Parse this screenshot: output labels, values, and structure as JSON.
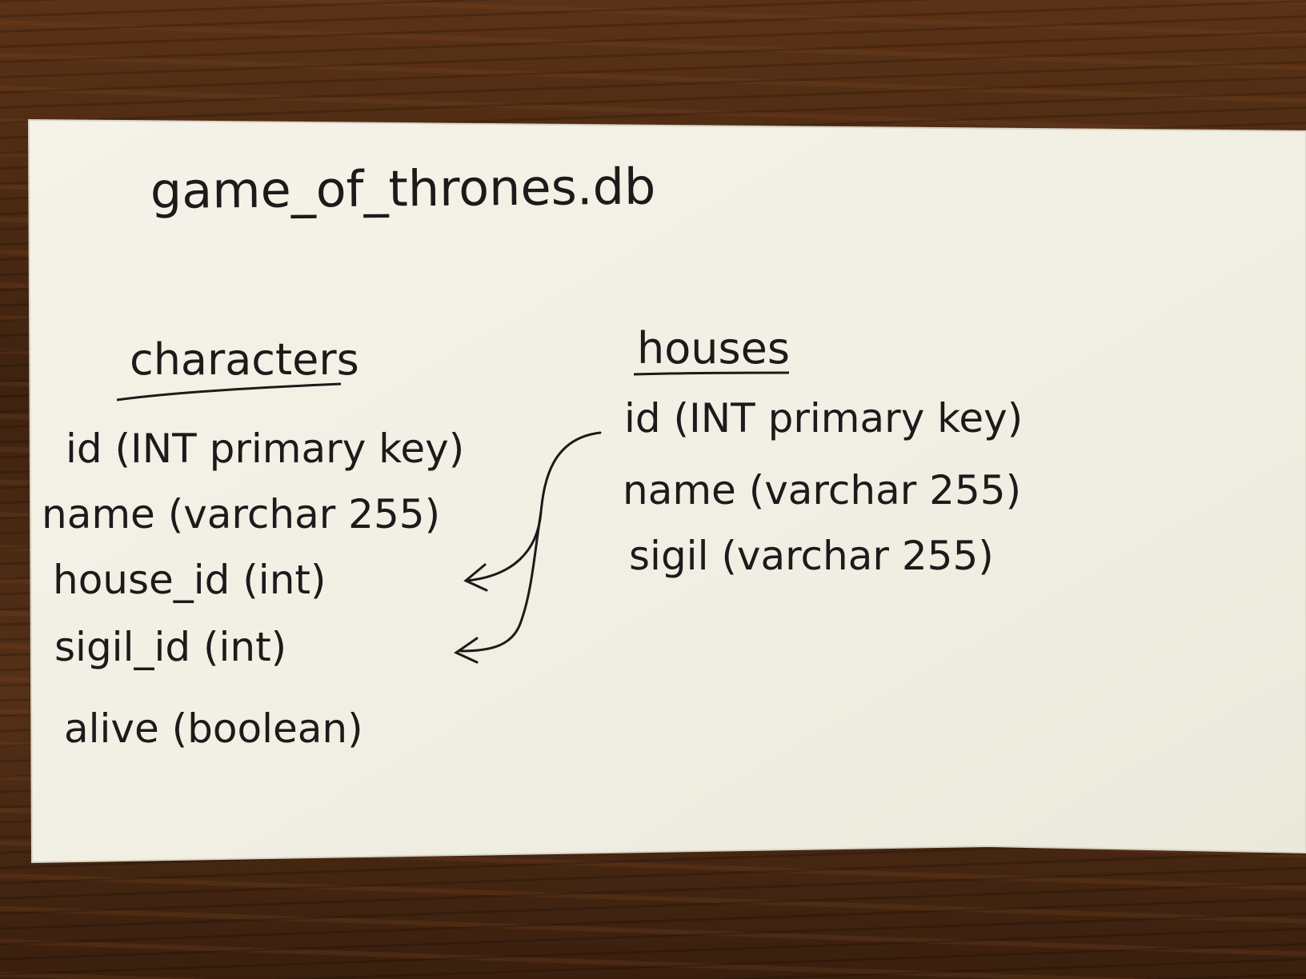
{
  "title": "game_of_thrones.db",
  "tables": [
    {
      "name": "characters",
      "fields": [
        "id (INT primary key)",
        "name (varchar 255)",
        "house_id (int)",
        "sigil_id (int)",
        "alive (boolean)"
      ]
    },
    {
      "name": "houses",
      "fields": [
        "id (INT primary key)",
        "name (varchar 255)",
        "sigil (varchar 255)"
      ]
    }
  ],
  "colors": {
    "paper": "#f3f1e6",
    "ink": "#1c1a1a",
    "table": "#4a2812"
  }
}
